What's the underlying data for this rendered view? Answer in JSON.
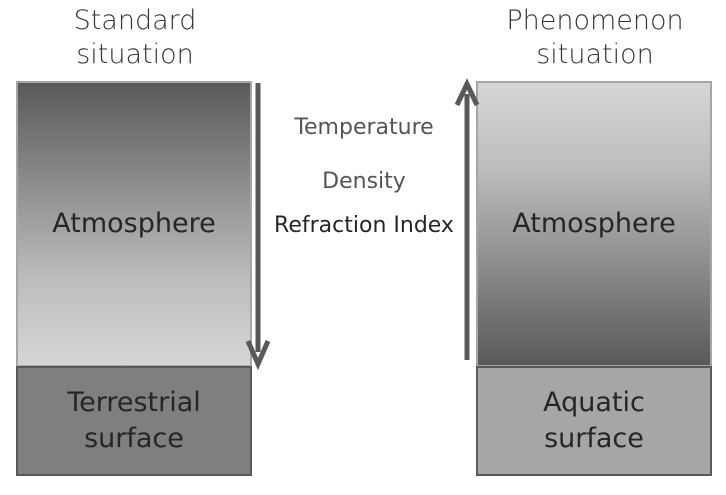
{
  "left": {
    "heading_line1": "Standard",
    "heading_line2": "situation",
    "atmosphere": "Atmosphere",
    "surface_line1": "Terrestrial",
    "surface_line2": "surface"
  },
  "right": {
    "heading_line1": "Phenomenon",
    "heading_line2": "situation",
    "atmosphere": "Atmosphere",
    "surface_line1": "Aquatic",
    "surface_line2": "surface"
  },
  "properties": {
    "temperature": "Temperature",
    "density": "Density",
    "refraction_index": "Refraction Index"
  },
  "colors": {
    "arrow": "#595959",
    "dark_gray": "#595959",
    "light_gray": "#d6d6d6"
  }
}
